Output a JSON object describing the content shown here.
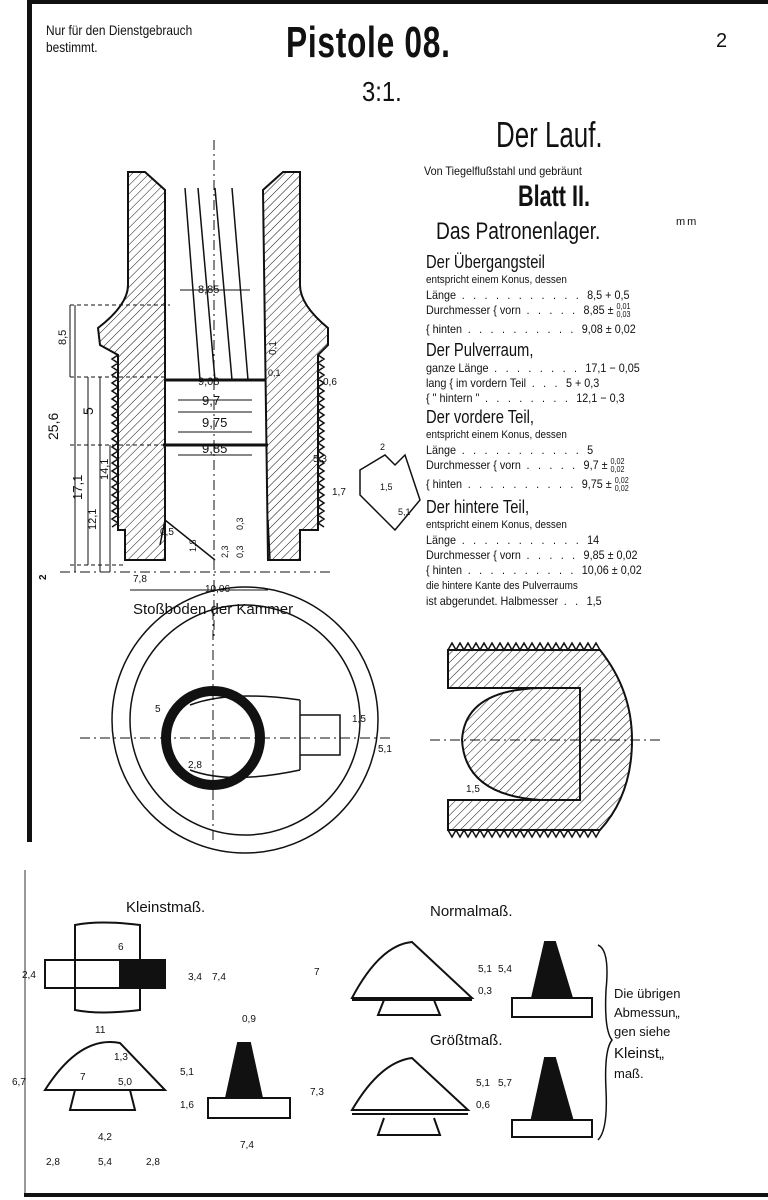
{
  "header": {
    "note_line1": "Nur für den Dienstgebrauch",
    "note_line2": "bestimmt.",
    "title": "Pistole 08.",
    "scale": "3:1.",
    "page_number": "2"
  },
  "spec": {
    "title": "Der Lauf.",
    "material": "Von Tiegelflußstahl und gebräunt",
    "sheet": "Blatt II.",
    "section": "Das Patronenlager.",
    "unit": "mm",
    "rows": [
      {
        "type": "head",
        "text": "Der Übergangsteil"
      },
      {
        "type": "small",
        "text": "entspricht einem Konus, dessen"
      },
      {
        "type": "val",
        "label": "Länge",
        "value": "8,5",
        "sign": "+",
        "tol": "0,5"
      },
      {
        "type": "val",
        "label": "Durchmesser { vorn",
        "value": "8,85",
        "sign": "±",
        "tol_top": "0,01",
        "tol_bottom": "0,03"
      },
      {
        "type": "val",
        "label": "{ hinten",
        "value": "9,08",
        "sign": "±",
        "tol": "0,02"
      },
      {
        "type": "head",
        "text": "Der Pulverraum,"
      },
      {
        "type": "val",
        "label": "ganze Länge",
        "value": "17,1",
        "sign": "−",
        "tol": "0,05"
      },
      {
        "type": "val",
        "label": "lang { im vordern Teil",
        "value": "5",
        "sign": "+",
        "tol": "0,3"
      },
      {
        "type": "val",
        "label": "{ \" hintern \"",
        "value": "12,1",
        "sign": "−",
        "tol": "0,3"
      },
      {
        "type": "head",
        "text": "Der vordere Teil,"
      },
      {
        "type": "small",
        "text": "entspricht einem Konus, dessen"
      },
      {
        "type": "val",
        "label": "Länge",
        "value": "5"
      },
      {
        "type": "val",
        "label": "Durchmesser { vorn",
        "value": "9,7",
        "sign": "±",
        "tol_top": "0,02",
        "tol_bottom": "0,02"
      },
      {
        "type": "val",
        "label": "{ hinten",
        "value": "9,75",
        "sign": "±",
        "tol_top": "0,02",
        "tol_bottom": "0,02"
      },
      {
        "type": "head",
        "text": "Der hintere Teil,"
      },
      {
        "type": "small",
        "text": "entspricht einem Konus, dessen"
      },
      {
        "type": "val",
        "label": "Länge",
        "value": "14"
      },
      {
        "type": "val",
        "label": "Durchmesser { vorn",
        "value": "9,85",
        "sign": "±",
        "tol": "0,02"
      },
      {
        "type": "val",
        "label": "{ hinten",
        "value": "10,06",
        "sign": "±",
        "tol": "0,02"
      },
      {
        "type": "small",
        "text": "die hintere Kante des Pulverraums"
      },
      {
        "type": "val",
        "label": "ist abgerundet. Halbmesser",
        "value": "1,5"
      }
    ]
  },
  "drawing": {
    "d885": "8,85",
    "d908": "9,08",
    "d97": "9,7",
    "d975": "9,75",
    "d985": "9,85",
    "l85": "8,5",
    "l256": "25,6",
    "l5": "5",
    "l171": "17,1",
    "l121": "12,1",
    "l141": "14,1",
    "t01a": "0,1",
    "t01b": "0,1",
    "t06": "0,6",
    "a53": "5,3",
    "a17": "1,7",
    "a2": "2",
    "a15": "1,5",
    "a51": "5,1",
    "r05": "0,5",
    "r18": "1,8",
    "r23": "2,3",
    "r03a": "0,3",
    "r03b": "0,3",
    "w78": "7,8",
    "w1006": "10,06",
    "s2": "2",
    "caption": "Stoßboden der Kammer",
    "ring_r5": "5",
    "ring_28": "2,8",
    "ring_15": "1,5",
    "ring_51": "5,1",
    "sect_15": "1,5"
  },
  "gauges": {
    "kleinst_title": "Kleinstmaß.",
    "normal_title": "Normalmaß.",
    "groesst_title": "Größtmaß.",
    "note": [
      "Die übrigen",
      "Abmessun„",
      "gen siehe",
      "Kleinst„",
      "maß."
    ],
    "k": {
      "d24": "2,4",
      "d34": "3,4",
      "d74": "7,4",
      "d6": "6",
      "d11": "11",
      "d09": "0,9",
      "d67": "6,7",
      "d7": "7",
      "d13": "1,3",
      "d50": "5,0",
      "d51": "5,1",
      "d16": "1,6",
      "d42": "4,2",
      "d28a": "2,8",
      "d54": "5,4",
      "d28b": "2,8",
      "d74b": "7,4"
    },
    "n": {
      "d7": "7",
      "d51": "5,1",
      "d54": "5,4",
      "d03": "0,3"
    },
    "g": {
      "d73": "7,3",
      "d51": "5,1",
      "d57": "5,7",
      "d06": "0,6"
    }
  }
}
